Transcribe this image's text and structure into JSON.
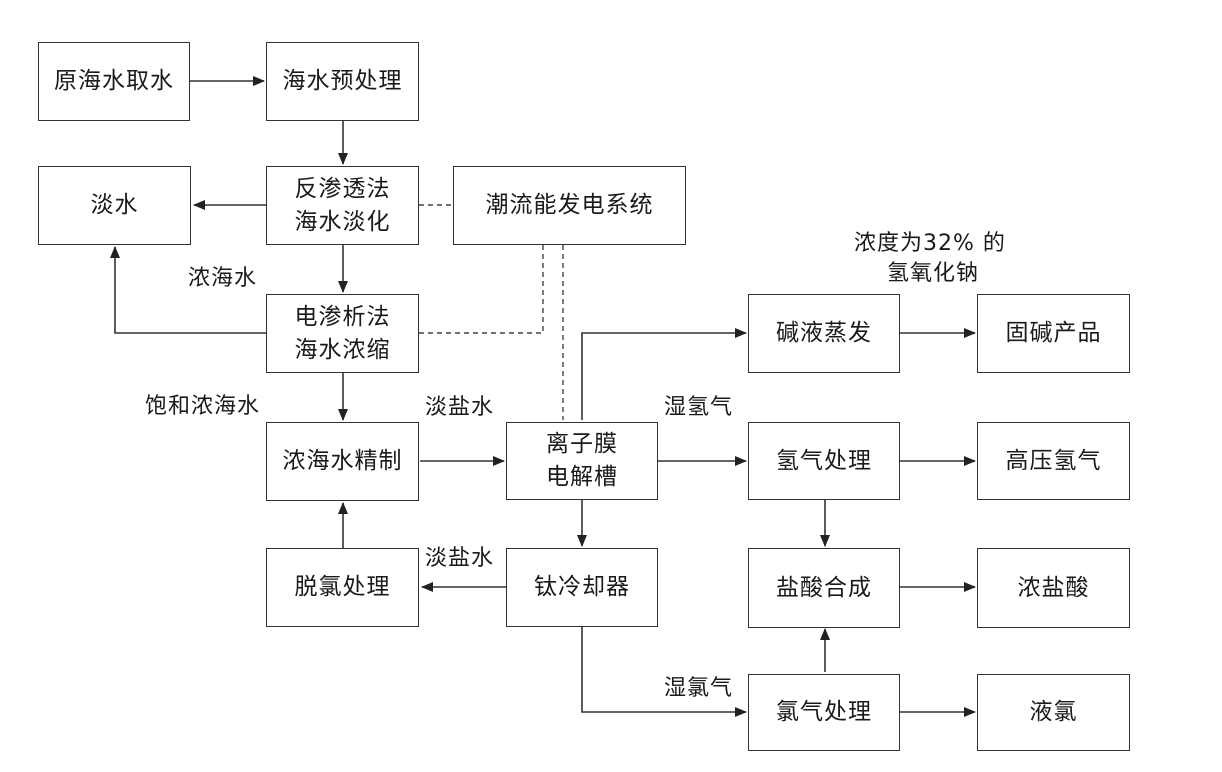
{
  "nodes": {
    "raw_intake": "原海水取水",
    "pretreat": "海水预处理",
    "ro_line1": "反渗透法",
    "ro_line2": "海水淡化",
    "fresh_water": "淡水",
    "tidal": "潮流能发电系统",
    "ed_line1": "电渗析法",
    "ed_line2": "海水浓缩",
    "refine": "浓海水精制",
    "membrane_line1": "离子膜",
    "membrane_line2": "电解槽",
    "evaporation": "碱液蒸发",
    "solid_caustic": "固碱产品",
    "h2_treat": "氢气处理",
    "h2_high": "高压氢气",
    "hcl_synth": "盐酸合成",
    "hcl_conc": "浓盐酸",
    "dechlor": "脱氯处理",
    "ti_cooler": "钛冷却器",
    "cl2_treat": "氯气处理",
    "liquid_cl2": "液氯"
  },
  "labels": {
    "conc_seawater": "浓海水",
    "sat_seawater": "饱和浓海水",
    "dilute_brine_1": "淡盐水",
    "dilute_brine_2": "淡盐水",
    "wet_h2": "湿氢气",
    "wet_cl2": "湿氯气",
    "naoh_line1": "浓度为32% 的",
    "naoh_line2": "氢氧化钠"
  },
  "colors": {
    "line": "#333333",
    "text": "#1a1a1a",
    "background": "#ffffff"
  }
}
